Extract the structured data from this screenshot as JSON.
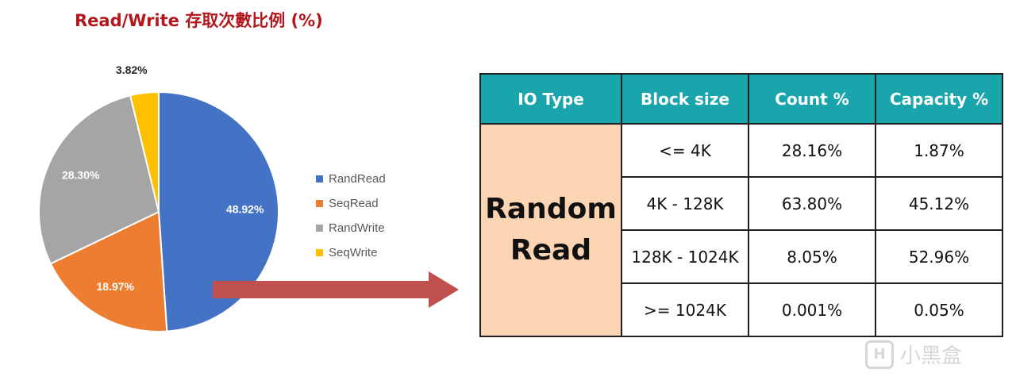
{
  "title": "Read/Write 存取次數比例 (%)",
  "chart_data": {
    "type": "pie",
    "title": "Read/Write 存取次數比例 (%)",
    "legend_position": "right",
    "slices": [
      {
        "label": "RandRead",
        "value": 48.92,
        "display": "48.92%",
        "color": "#4472c4"
      },
      {
        "label": "SeqRead",
        "value": 18.97,
        "display": "18.97%",
        "color": "#ed7d31"
      },
      {
        "label": "RandWrite",
        "value": 28.3,
        "display": "28.30%",
        "color": "#a5a5a5"
      },
      {
        "label": "SeqWrite",
        "value": 3.82,
        "display": "3.82%",
        "color": "#ffc000"
      }
    ]
  },
  "table": {
    "headers": [
      "IO Type",
      "Block size",
      "Count %",
      "Capacity %"
    ],
    "row_header": "Random Read",
    "rows": [
      {
        "block": "<= 4K",
        "count": "28.16%",
        "capacity": "1.87%"
      },
      {
        "block": "4K - 128K",
        "count": "63.80%",
        "capacity": "45.12%"
      },
      {
        "block": "128K - 1024K",
        "count": "8.05%",
        "capacity": "52.96%"
      },
      {
        "block": ">= 1024K",
        "count": "0.001%",
        "capacity": "0.05%"
      }
    ]
  },
  "colors": {
    "title": "#b3171d",
    "header_bg": "#1aa5ad",
    "rowhead_bg": "#fbd4b4",
    "arrow": "#c0504d"
  },
  "watermark": {
    "text": "小黑盒"
  }
}
